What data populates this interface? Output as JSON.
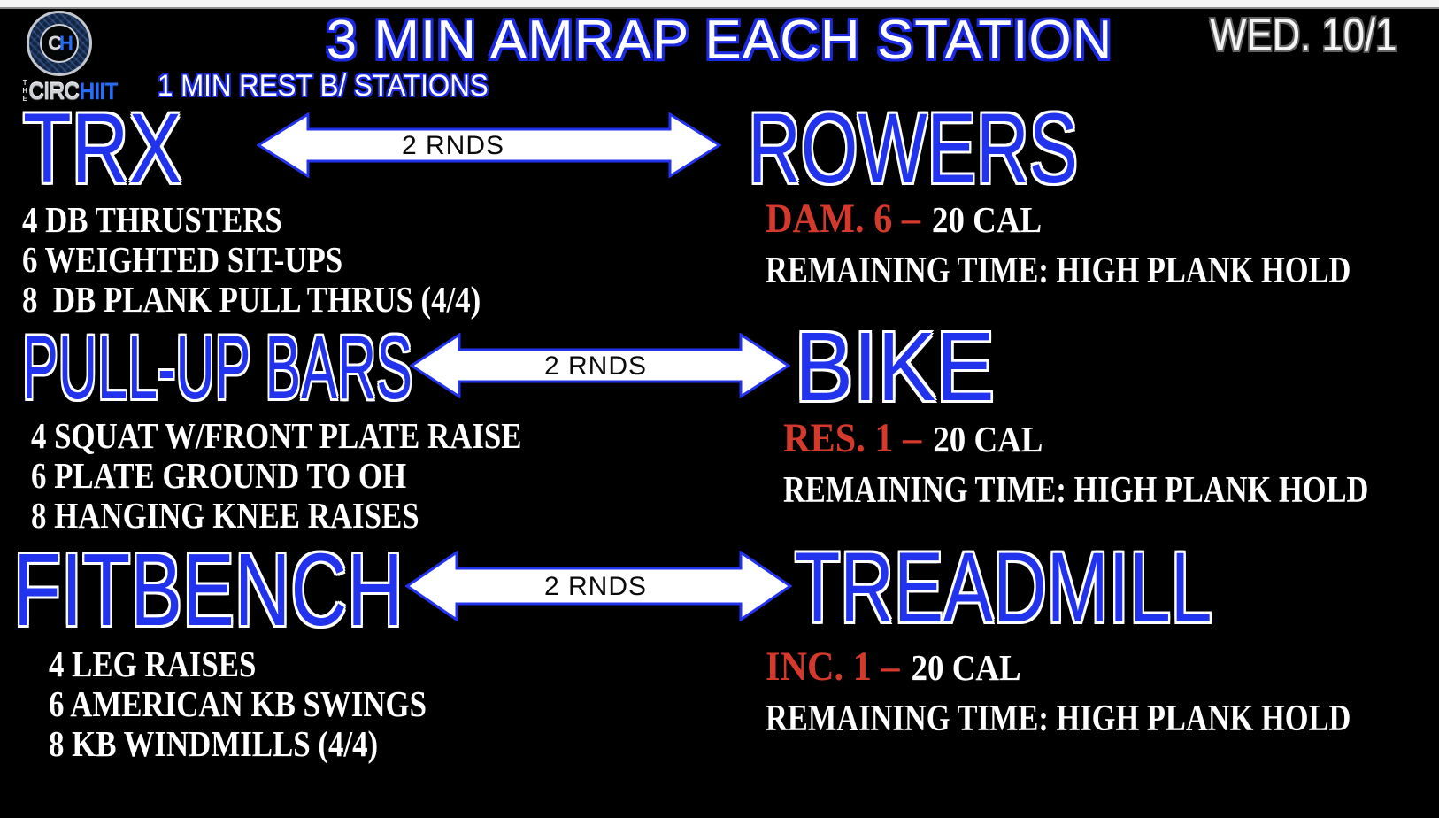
{
  "colors": {
    "station_blue": "#2233ee",
    "outline_blue": "#1b2ae0",
    "accent_red": "#d5392b",
    "brand_blue": "#2a6df5"
  },
  "header": {
    "title": "3 MIN AMRAP EACH STATION",
    "subtitle": "1 MIN REST B/ STATIONS",
    "date": "WED. 10/1",
    "logo": {
      "monogram_c": "C",
      "monogram_h": "H",
      "the": "THE",
      "circ": "CIRC",
      "hiit": "HIIT"
    }
  },
  "rows": [
    {
      "left_station": "TRX",
      "right_station": "ROWERS",
      "arrow_label": "2 RNDS",
      "left_exercises": [
        "4 DB THRUSTERS",
        "6 WEIGHTED SIT-UPS",
        "8  DB PLANK PULL THRUS (4/4)"
      ],
      "right_setting": "DAM. 6 –",
      "right_target": "20 CAL",
      "right_note": "REMAINING TIME: HIGH PLANK HOLD"
    },
    {
      "left_station": "PULL-UP BARS",
      "right_station": "BIKE",
      "arrow_label": "2 RNDS",
      "left_exercises": [
        "4 SQUAT W/FRONT PLATE RAISE",
        "6 PLATE GROUND TO OH",
        "8 HANGING KNEE RAISES"
      ],
      "right_setting": "RES. 1 –",
      "right_target": "20 CAL",
      "right_note": "REMAINING TIME: HIGH PLANK HOLD"
    },
    {
      "left_station": "FITBENCH",
      "right_station": "TREADMILL",
      "arrow_label": "2 RNDS",
      "left_exercises": [
        "4 LEG RAISES",
        "6 AMERICAN KB SWINGS",
        "8 KB WINDMILLS (4/4)"
      ],
      "right_setting": "INC. 1 –",
      "right_target": "20 CAL",
      "right_note": "REMAINING TIME: HIGH PLANK HOLD"
    }
  ]
}
